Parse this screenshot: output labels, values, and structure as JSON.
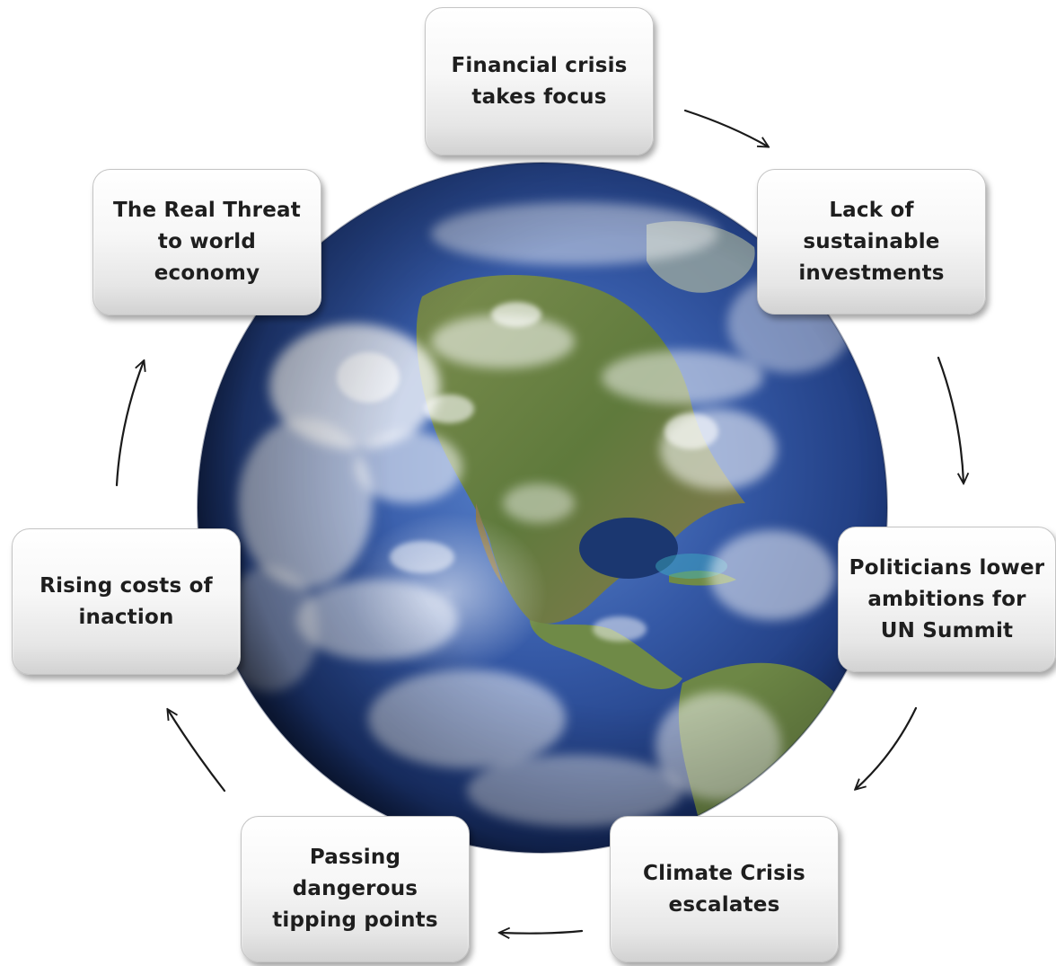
{
  "nodes": [
    "Financial crisis\ntakes focus",
    "Lack of\nsustainable\ninvestments",
    "Politicians lower\nambitions for\nUN Summit",
    "Climate  Crisis\nescalates",
    "Passing\ndangerous\ntipping points",
    "Rising costs of\ninaction",
    "The Real Threat\nto world\neconomy"
  ],
  "colors": {
    "ocean": "#1d3a7a",
    "ocean_light": "#4f76c4",
    "land": "#6e8a4e",
    "cloud": "#ffffff",
    "box_border": "#c4c4c4",
    "text": "#1e1e1e",
    "arrow": "#1a1a1a"
  },
  "icons": [
    "earth-globe-image",
    "cycle-arrow-icon"
  ]
}
